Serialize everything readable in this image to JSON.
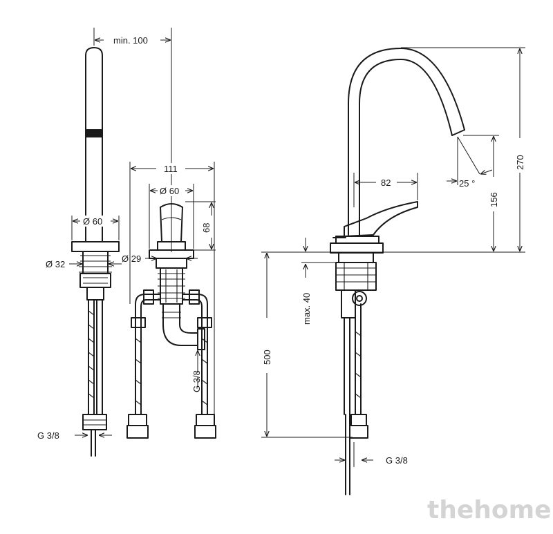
{
  "figure": {
    "labels": {
      "min_100": "min. 100",
      "d60_left": "Ø 60",
      "d32": "Ø 32",
      "g38_left": "G 3/8",
      "w111": "111",
      "d60_mid": "Ø 60",
      "h68": "68",
      "d29": "Ø 29",
      "g38_mid": "G 3/8",
      "w82": "82",
      "angle25": "25 °",
      "h156": "156",
      "h270": "270",
      "max40": "max.  40",
      "h500": "500",
      "g38_right": "G 3/8"
    },
    "watermark": "thehome"
  }
}
